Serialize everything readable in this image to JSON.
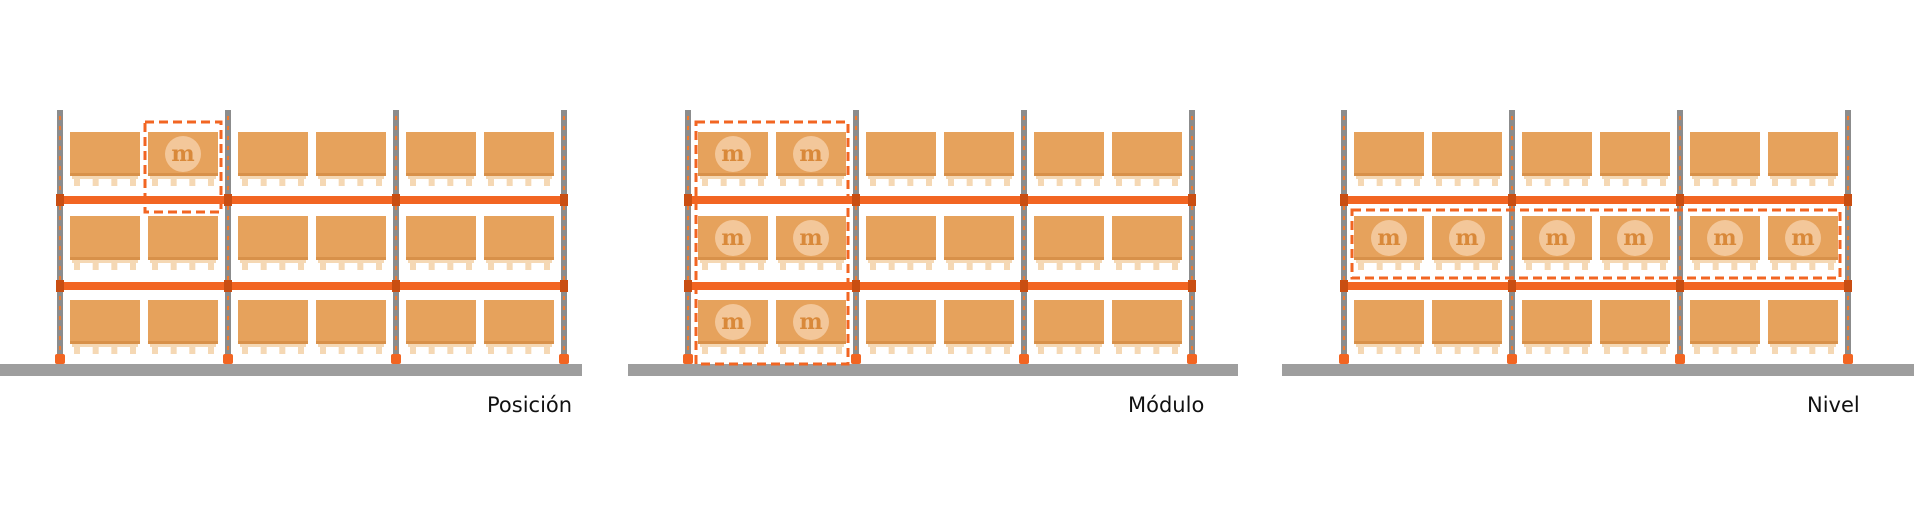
{
  "panels": [
    {
      "caption": "Posición",
      "highlight": "position"
    },
    {
      "caption": "Módulo",
      "highlight": "module"
    },
    {
      "caption": "Nivel",
      "highlight": "level"
    }
  ],
  "colors": {
    "box": "#E6A25C",
    "box_shade": "#D8914A",
    "beam": "#F26522",
    "upright": "#8C8C8C",
    "upright_hole": "#F07A2E",
    "floor": "#9E9E9E",
    "logo_disc": "#F3C79A",
    "logo_letter": "#D9893A",
    "highlight_stroke": "#F26522"
  },
  "logo_letter": "m",
  "rack": {
    "bays": 3,
    "levels": 3,
    "pallets_per_bay": 2
  }
}
